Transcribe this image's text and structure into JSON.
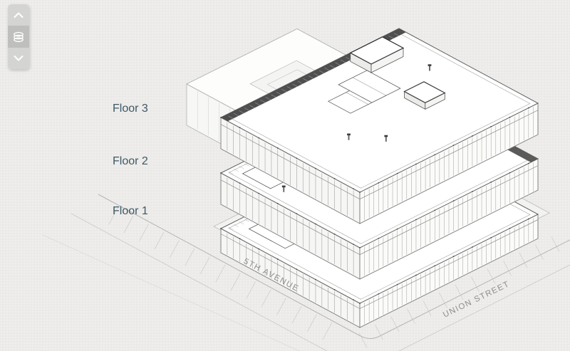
{
  "viewer": {
    "floor_selector": {
      "up_icon": "chevron-up",
      "layers_icon": "layers-stack",
      "down_icon": "chevron-down"
    },
    "floor_labels": [
      {
        "label": "Floor 3"
      },
      {
        "label": "Floor 2"
      },
      {
        "label": "Floor 1"
      }
    ],
    "streets": [
      {
        "name": "5TH AVENUE"
      },
      {
        "name": "UNION STREET"
      }
    ],
    "colors": {
      "floor_label_text": "#3e5866",
      "street_label_text": "#8e8e8e",
      "selector_light": "#d4d4d3",
      "selector_dark": "#bfbfbe",
      "drawing_line_dark": "#4f4f4f",
      "drawing_line_main": "#6b6b6b",
      "drawing_line_light": "#b5b5b5",
      "background": "#ebeae8"
    }
  }
}
